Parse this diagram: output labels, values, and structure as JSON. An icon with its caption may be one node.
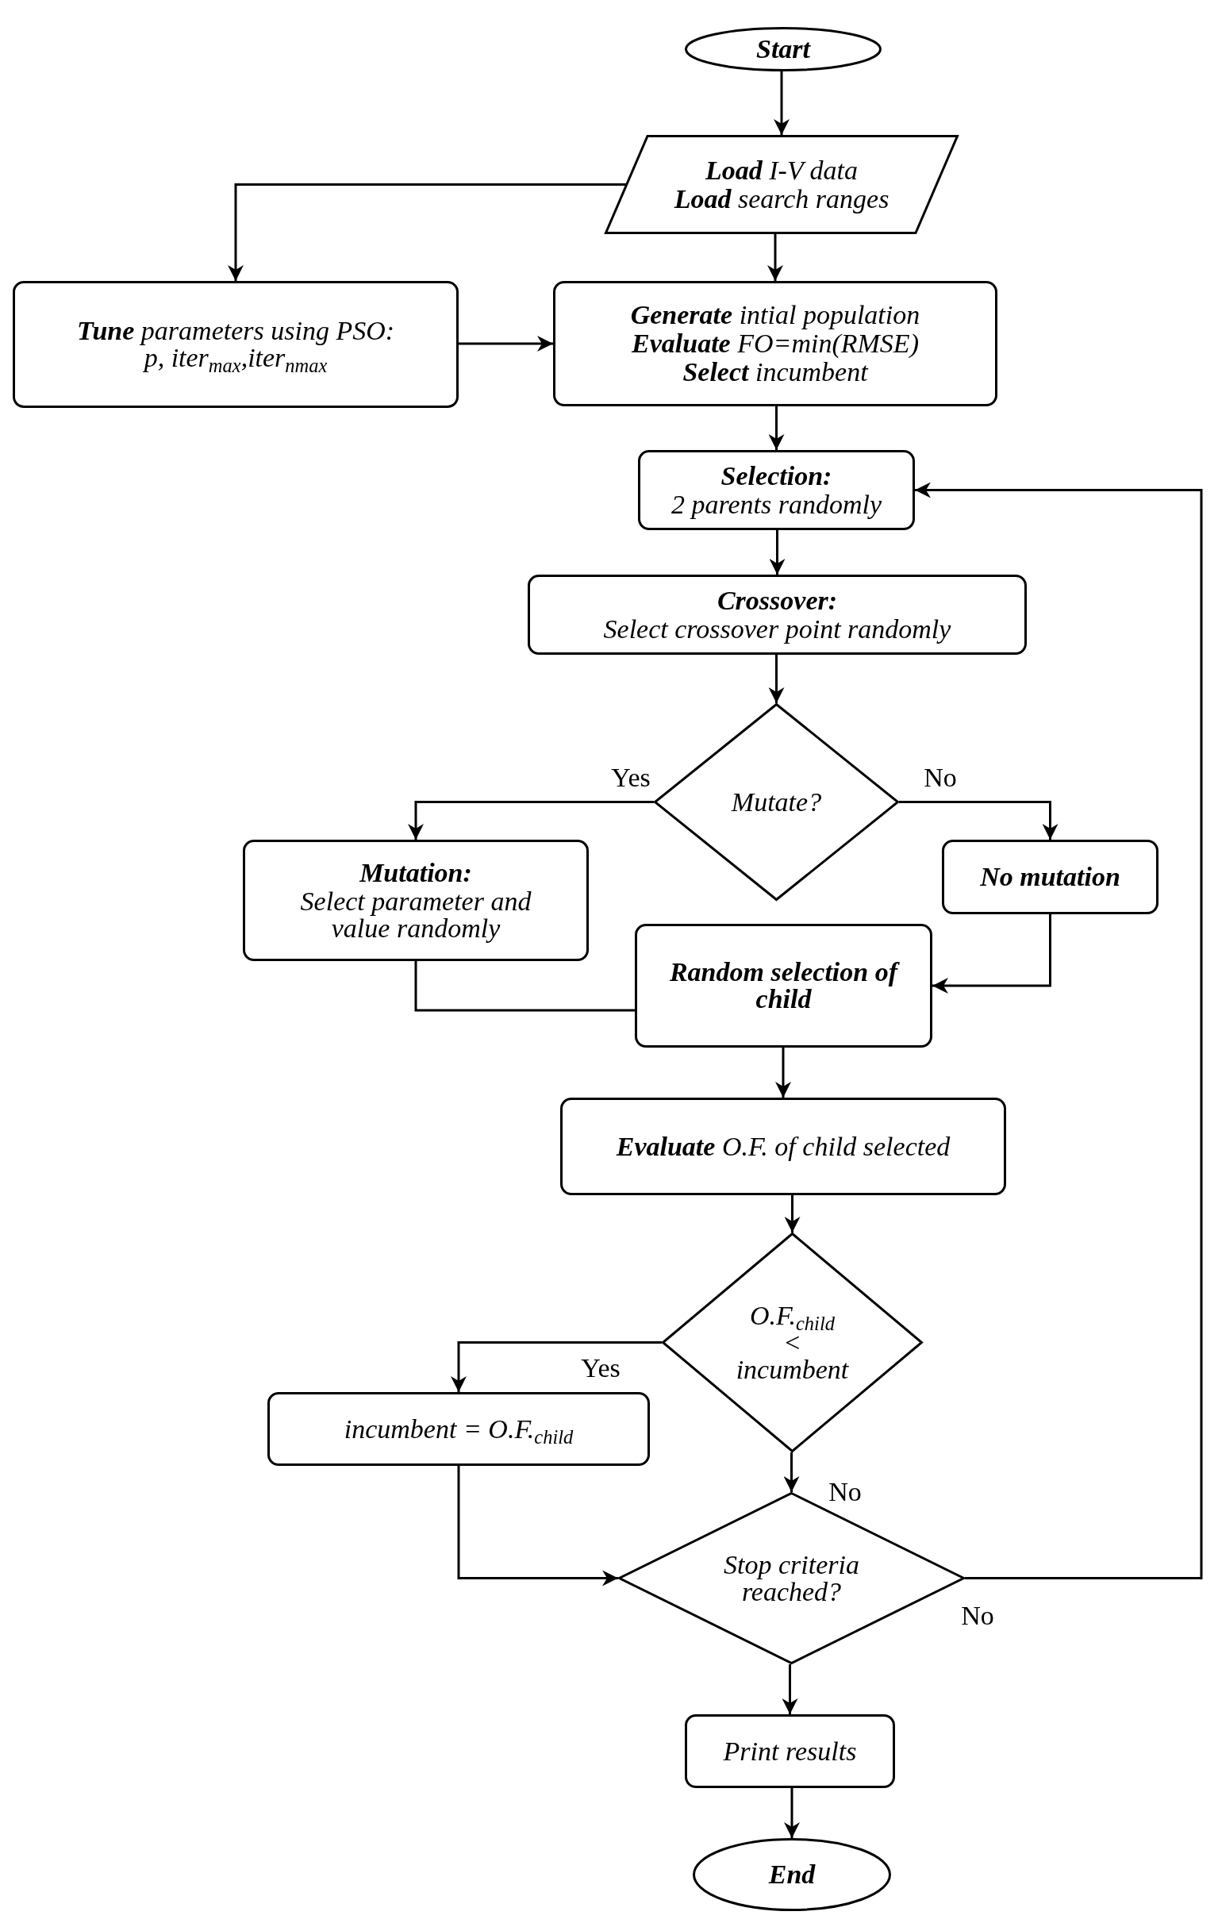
{
  "diagram": {
    "nodes": [
      {
        "text": [
          "Start"
        ]
      },
      {
        "text": [
          "**Load** I-V data",
          "**Load** search ranges"
        ]
      },
      {
        "text": [
          "**Tune** parameters using PSO: p, iter$_{max}$,iter$_{nmax}$"
        ]
      },
      {
        "text": [
          "**Generate** intial population",
          "**Evaluate** FO=min(RMSE)",
          "**Select** incumbent"
        ]
      },
      {
        "text": [
          "Selection:",
          "2 parents randomly"
        ]
      },
      {
        "text": [
          "Crossover:",
          "Select crossover point randomly"
        ]
      },
      {
        "text": [
          "Mutate?"
        ]
      },
      {
        "text": [
          "Mutation:",
          "Select parameter and value randomly"
        ]
      },
      {
        "text": [
          "No mutation"
        ]
      },
      {
        "text": [
          "Random selection of child"
        ]
      },
      {
        "text": [
          "**Evaluate** O.F. of child selected"
        ]
      },
      {
        "text": [
          "O.F.$_{child}$ < incumbent"
        ]
      },
      {
        "text": [
          "incumbent = O.F.$_{child}$"
        ]
      },
      {
        "text": [
          "Stop criteria reached?"
        ]
      },
      {
        "text": [
          "Print results"
        ]
      },
      {
        "text": [
          "End"
        ]
      }
    ],
    "edges": [
      {
        "from": 0,
        "to": 1,
        "arrow": "to"
      },
      {
        "from": 1,
        "to": 2,
        "arrow": "to"
      },
      {
        "from": 1,
        "to": 3,
        "arrow": "to"
      },
      {
        "from": 2,
        "to": 3,
        "arrow": "to"
      },
      {
        "from": 3,
        "to": 4,
        "arrow": "to"
      },
      {
        "from": 4,
        "to": 5,
        "arrow": "to"
      },
      {
        "from": 5,
        "to": 6,
        "arrow": "to"
      },
      {
        "from": 6,
        "to": 7,
        "arrow": "to",
        "label": "Yes"
      },
      {
        "from": 6,
        "to": 8,
        "arrow": "to",
        "label": "No"
      },
      {
        "from": 7,
        "to": 9,
        "arrow": "none"
      },
      {
        "from": 8,
        "to": 9,
        "arrow": "to"
      },
      {
        "from": 9,
        "to": 10,
        "arrow": "to"
      },
      {
        "from": 10,
        "to": 11,
        "arrow": "to"
      },
      {
        "from": 11,
        "to": 12,
        "arrow": "to",
        "label": "Yes"
      },
      {
        "from": 11,
        "to": 13,
        "arrow": "to",
        "label": "No"
      },
      {
        "from": 12,
        "to": 13,
        "arrow": "to"
      },
      {
        "from": 13,
        "to": 4,
        "arrow": "to",
        "label": "No"
      },
      {
        "from": 13,
        "to": 14,
        "arrow": "to"
      },
      {
        "from": 14,
        "to": 15,
        "arrow": "to"
      }
    ]
  }
}
